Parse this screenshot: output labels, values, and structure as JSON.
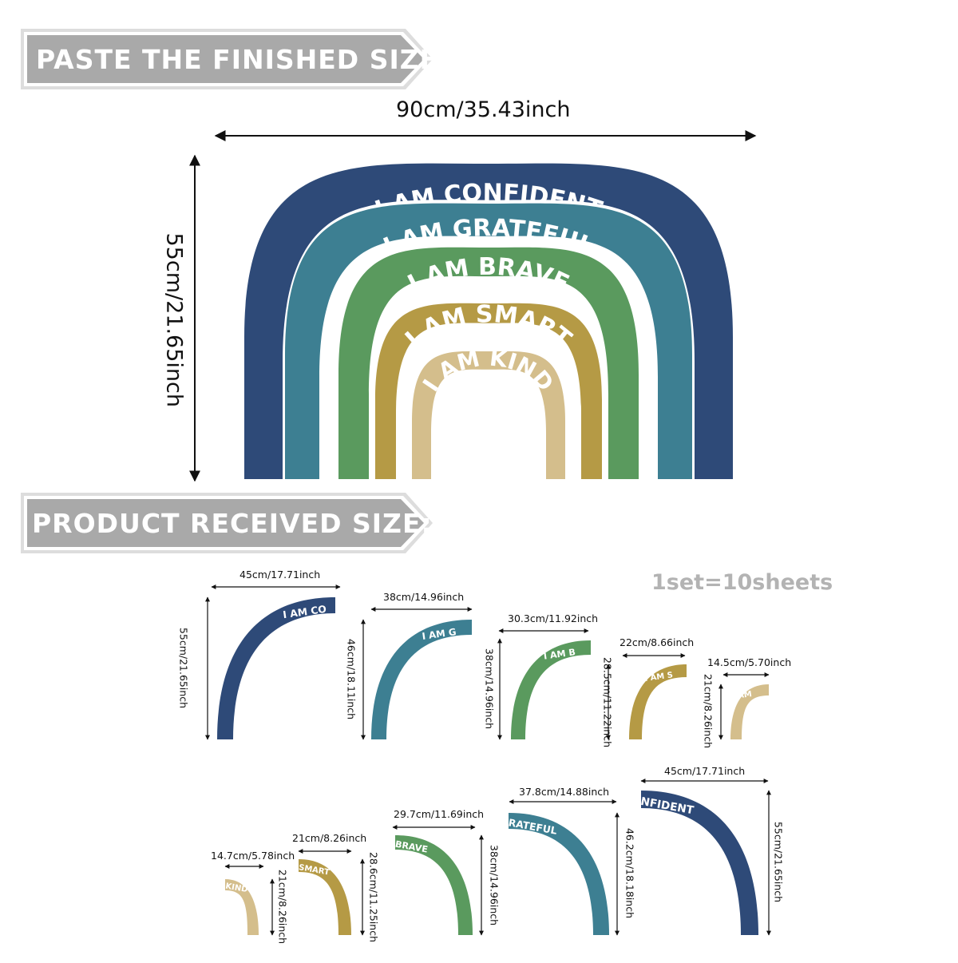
{
  "headers": {
    "finished": "PASTE THE FINISHED SIZE:",
    "received": "PRODUCT RECEIVED SIZE:"
  },
  "finished": {
    "width_label": "90cm/35.43inch",
    "height_label": "55cm/21.65inch",
    "bands": [
      {
        "text": "I AM CONFIDENT",
        "color": "#2e4a78"
      },
      {
        "text": "I AM GRATEFUL",
        "color": "#3d7f92"
      },
      {
        "text": "I AM BRAVE",
        "color": "#5a9a5e"
      },
      {
        "text": "I AM SMART",
        "color": "#b59a45"
      },
      {
        "text": "I AM KIND",
        "color": "#d4be8c"
      }
    ]
  },
  "set_label": "1set=10sheets",
  "pieces_top": [
    {
      "w_label": "45cm/17.71inch",
      "h_label": "55cm/21.65inch",
      "text": "I AM CO",
      "color": "#2e4a78"
    },
    {
      "w_label": "38cm/14.96inch",
      "h_label": "46cm/18.11inch",
      "text": "I AM G",
      "color": "#3d7f92"
    },
    {
      "w_label": "30.3cm/11.92inch",
      "h_label": "38cm/14.96inch",
      "text": "I AM B",
      "color": "#5a9a5e"
    },
    {
      "w_label": "22cm/8.66inch",
      "h_label": "28.5cm/11.22inch",
      "text": "I AM S",
      "color": "#b59a45"
    },
    {
      "w_label": "14.5cm/5.70inch",
      "h_label": "21cm/8.26inch",
      "text": "I AM",
      "color": "#d4be8c"
    }
  ],
  "pieces_bottom": [
    {
      "w_label": "14.7cm/5.78inch",
      "h_label": "21cm/8.26inch",
      "text": "KIND",
      "color": "#d4be8c"
    },
    {
      "w_label": "21cm/8.26inch",
      "h_label": "28.6cm/11.25inch",
      "text": "SMART",
      "color": "#b59a45"
    },
    {
      "w_label": "29.7cm/11.69inch",
      "h_label": "38cm/14.96inch",
      "text": "BRAVE",
      "color": "#5a9a5e"
    },
    {
      "w_label": "37.8cm/14.88inch",
      "h_label": "46.2cm/18.18inch",
      "text": "RATEFUL",
      "color": "#3d7f92"
    },
    {
      "w_label": "45cm/17.71inch",
      "h_label": "55cm/21.65inch",
      "text": "NFIDENT",
      "color": "#2e4a78"
    }
  ]
}
